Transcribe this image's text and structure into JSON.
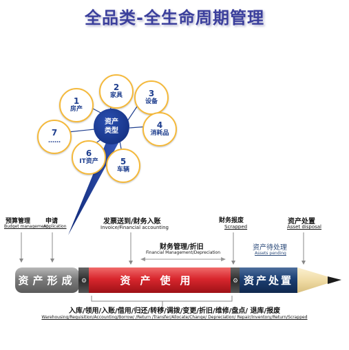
{
  "title": "全品类-全生命周期管理",
  "hub": {
    "line1": "资产",
    "line2": "类型"
  },
  "categories": [
    {
      "num": "1",
      "label": "房产"
    },
    {
      "num": "2",
      "label": "家具"
    },
    {
      "num": "3",
      "label": "设备"
    },
    {
      "num": "4",
      "label": "消耗品"
    },
    {
      "num": "5",
      "label": "车辆"
    },
    {
      "num": "6",
      "label": "IT资产"
    },
    {
      "num": "7",
      "label": "……"
    }
  ],
  "stages": {
    "budget": {
      "cn": "预算管理",
      "en": "Budget management"
    },
    "apply": {
      "cn": "申请",
      "en": "Application"
    },
    "invoice": {
      "cn": "发票送到/财务入账",
      "en": "Invoice/Financial accounting"
    },
    "depreciation": {
      "cn": "财务管理/折旧",
      "en": "Financial Management/Depreciation"
    },
    "scrapped": {
      "cn": "财务报废",
      "en": "Scrapped"
    },
    "pending": {
      "cn": "资产待处理",
      "en": "Assets pending"
    },
    "disposal": {
      "cn": "资产处置",
      "en": "Asset disposal"
    }
  },
  "bar": {
    "formation": "资产形成",
    "usage": "资产使用",
    "disposal": "资产处置"
  },
  "bottom": {
    "cn": "入库/领用/入账/借用/归还/转移/调拨/变更/折旧/维修/盘点/ 退库/报废",
    "en": "Warehousing/Requisition/Accounting/Borrow/ /Return /Transfer/Allocate/Change/ Depreciation/ Repair/Inventory/Return/Scrapped"
  },
  "colors": {
    "grey": "#8a8a8a",
    "red": "#d8262d",
    "blue": "#1c3f73",
    "gold": "#f5b93a",
    "navy": "#1f3f8f"
  }
}
